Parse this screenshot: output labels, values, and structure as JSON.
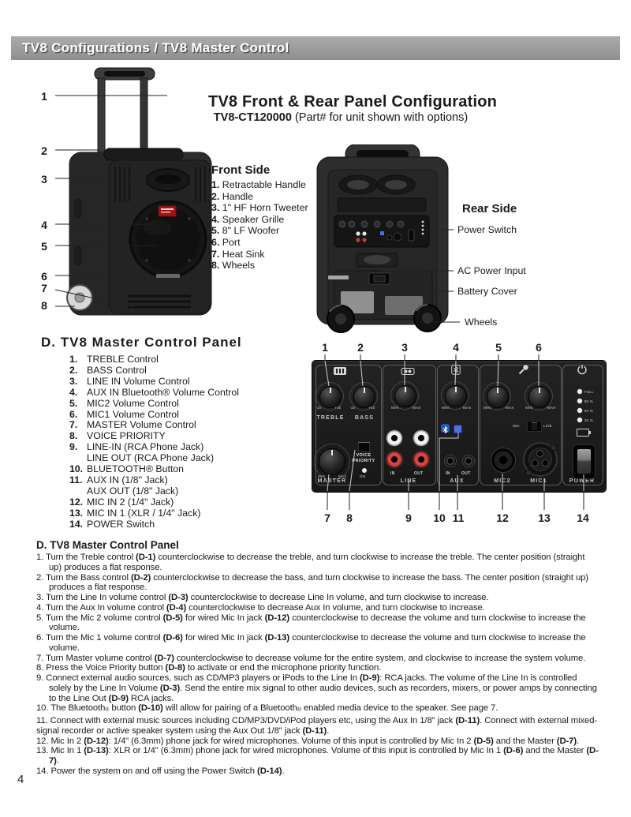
{
  "page": {
    "header": "TV8 Configurations / TV8 Master Control",
    "number": "4"
  },
  "title": {
    "main": "TV8 Front & Rear Panel Configuration",
    "model": "TV8-CT120000",
    "model_suffix": " (Part# for unit shown with options)"
  },
  "front_side": {
    "heading": "Front Side",
    "callouts": [
      "1",
      "2",
      "3",
      "4",
      "5",
      "6",
      "7",
      "8"
    ],
    "items": [
      {
        "n": "1.",
        "t": "Retractable Handle"
      },
      {
        "n": "2.",
        "t": "Handle"
      },
      {
        "n": "3.",
        "t": "1\" HF Horn Tweeter"
      },
      {
        "n": "4.",
        "t": "Speaker Grille"
      },
      {
        "n": "5.",
        "t": "8\" LF Woofer"
      },
      {
        "n": "6.",
        "t": "Port"
      },
      {
        "n": "7.",
        "t": "Heat Sink"
      },
      {
        "n": "8.",
        "t": "Wheels"
      }
    ]
  },
  "rear_side": {
    "heading": "Rear Side",
    "labels": [
      "Power Switch",
      "AC Power Input",
      "Battery Cover",
      "Wheels"
    ]
  },
  "master_list": {
    "heading": "D. TV8 Master Control Panel",
    "items": [
      {
        "n": "1.",
        "lines": [
          "TREBLE Control"
        ]
      },
      {
        "n": "2.",
        "lines": [
          "BASS Control"
        ]
      },
      {
        "n": "3.",
        "lines": [
          "LINE IN Volume Control"
        ]
      },
      {
        "n": "4.",
        "lines": [
          "AUX IN Bluetooth® Volume Control"
        ]
      },
      {
        "n": "5.",
        "lines": [
          "MIC2 Volume Control"
        ]
      },
      {
        "n": "6.",
        "lines": [
          "MIC1 Volume Control"
        ]
      },
      {
        "n": "7.",
        "lines": [
          "MASTER Volume Control"
        ]
      },
      {
        "n": "8.",
        "lines": [
          "VOICE PRIORITY"
        ]
      },
      {
        "n": "9.",
        "lines": [
          "LINE-IN (RCA Phone Jack)",
          "LINE OUT (RCA Phone Jack)"
        ]
      },
      {
        "n": "10.",
        "lines": [
          "BLUETOOTH® Button"
        ]
      },
      {
        "n": "11.",
        "lines": [
          "AUX IN (1/8\" Jack)",
          "AUX OUT (1/8\" Jack)"
        ]
      },
      {
        "n": "12.",
        "lines": [
          "MIC IN 2 (1/4\" Jack)"
        ]
      },
      {
        "n": "13.",
        "lines": [
          "MIC IN 1 (XLR / 1/4\" Jack)"
        ]
      },
      {
        "n": "14.",
        "lines": [
          "POWER Switch"
        ]
      }
    ]
  },
  "panel": {
    "top_callouts": [
      "1",
      "2",
      "3",
      "4",
      "5",
      "6"
    ],
    "bottom_callouts": [
      "7",
      "8",
      "9",
      "10",
      "11",
      "12",
      "13",
      "14"
    ],
    "labels": {
      "treble": "TREBLE",
      "bass": "BASS",
      "master": "MASTER",
      "line": "LINE",
      "aux": "AUX",
      "mic2": "MIC2",
      "mic1": "MIC1",
      "power": "POWER",
      "voice1": "VOICE",
      "voice2": "PRIORITY",
      "on": "ON",
      "in": "IN",
      "out": "OUT",
      "min": "MIN",
      "max": "MAX",
      "neg10": "-10",
      "pos10": "+10",
      "mic": "MIC",
      "line_sw": "LINE"
    },
    "battery": [
      "FULL",
      "80 %",
      "50 %",
      "20 %"
    ]
  },
  "instructions": {
    "heading": "D. TV8 Master Control Panel",
    "items": [
      {
        "n": "1.",
        "hang": true,
        "seg": [
          {
            "t": "Turn the Treble control "
          },
          {
            "t": "(D-1)",
            "b": 1
          },
          {
            "t": " counterclockwise to decrease the treble, and turn clockwise to increase the treble. The center position (straight up) produces a flat response."
          }
        ]
      },
      {
        "n": "2.",
        "hang": true,
        "seg": [
          {
            "t": "Turn the Bass control "
          },
          {
            "t": "(D-2)",
            "b": 1
          },
          {
            "t": " counterclockwise to decrease the bass, and turn clockwise to increase the bass. The center position (straight up) produces a flat response."
          }
        ]
      },
      {
        "n": "3.",
        "hang": true,
        "seg": [
          {
            "t": "Turn the Line In volume control "
          },
          {
            "t": "(D-3)",
            "b": 1
          },
          {
            "t": " counterclockwise to decrease Line In volume, and turn clockwise to increase."
          }
        ]
      },
      {
        "n": "4.",
        "hang": true,
        "seg": [
          {
            "t": "Turn the Aux In volume control "
          },
          {
            "t": "(D-4)",
            "b": 1
          },
          {
            "t": " counterclockwise to decrease Aux In volume, and turn clockwise to increase."
          }
        ]
      },
      {
        "n": "5.",
        "hang": true,
        "seg": [
          {
            "t": "Turn the Mic 2 volume control "
          },
          {
            "t": "(D-5)",
            "b": 1
          },
          {
            "t": " for wired Mic In jack "
          },
          {
            "t": "(D-12)",
            "b": 1
          },
          {
            "t": " counterclockwise to decrease the volume and turn clockwise to increase the volume."
          }
        ]
      },
      {
        "n": "6.",
        "hang": true,
        "seg": [
          {
            "t": "Turn the Mic 1 volume control "
          },
          {
            "t": "(D-6)",
            "b": 1
          },
          {
            "t": " for wired Mic In jack "
          },
          {
            "t": "(D-13)",
            "b": 1
          },
          {
            "t": " counterclockwise to decrease the volume and turn clockwise to increase the volume."
          }
        ]
      },
      {
        "n": "7.",
        "hang": true,
        "seg": [
          {
            "t": "Turn Master volume control "
          },
          {
            "t": "(D-7)",
            "b": 1
          },
          {
            "t": " counterclockwise to decrease volume for the entire system, and clockwise to increase the system volume."
          }
        ]
      },
      {
        "n": "8.",
        "hang": true,
        "seg": [
          {
            "t": "Press the Voice Priority button "
          },
          {
            "t": "(D-8)",
            "b": 1
          },
          {
            "t": " to activate or end the microphone priority function."
          }
        ]
      },
      {
        "n": "9.",
        "hang": true,
        "seg": [
          {
            "t": "Connect external audio sources, such as CD/MP3 players or iPods to the Line In "
          },
          {
            "t": "(D-9)",
            "b": 1
          },
          {
            "t": ": RCA jacks. The volume of the Line In is controlled solely by the Line In Volume "
          },
          {
            "t": "(D-3)",
            "b": 1
          },
          {
            "t": ". Send the entire mix signal to other audio devices, such as recorders, mixers, or power amps by connecting to the Line Out "
          },
          {
            "t": "(D-9)",
            "b": 1
          },
          {
            "t": " RCA jacks."
          }
        ]
      },
      {
        "n": "10.",
        "hang": false,
        "seg": [
          {
            "t": "The Bluetooth"
          },
          {
            "t": "®",
            "s": 1
          },
          {
            "t": " button "
          },
          {
            "t": "(D-10)",
            "b": 1
          },
          {
            "t": " will allow for pairing of a Bluetooth"
          },
          {
            "t": "®",
            "s": 1
          },
          {
            "t": " enabled media device to the speaker. See page 7."
          }
        ]
      },
      {
        "n": "11.",
        "hang": false,
        "seg": [
          {
            "t": "Connect with external music sources including CD/MP3/DVD/iPod players etc, using the Aux In 1/8\" jack "
          },
          {
            "t": "(D-11)",
            "b": 1
          },
          {
            "t": ". Connect with external mixed-signal recorder or active speaker system using the Aux Out 1/8\" jack "
          },
          {
            "t": "(D-11)",
            "b": 1
          },
          {
            "t": "."
          }
        ]
      },
      {
        "n": "12.",
        "hang": true,
        "seg": [
          {
            "t": "Mic In 2 "
          },
          {
            "t": "(D-12)",
            "b": 1
          },
          {
            "t": ": 1/4\" (6.3mm) phone jack for wired microphones. Volume of this input is controlled by Mic In 2 "
          },
          {
            "t": "(D-5)",
            "b": 1
          },
          {
            "t": " and the Master "
          },
          {
            "t": "(D-7)",
            "b": 1
          },
          {
            "t": "."
          }
        ]
      },
      {
        "n": "13.",
        "hang": true,
        "seg": [
          {
            "t": "Mic In 1 "
          },
          {
            "t": "(D-13)",
            "b": 1
          },
          {
            "t": ": XLR or 1/4\" (6.3mm) phone jack for wired microphones. Volume of this input is controlled by Mic In 1 "
          },
          {
            "t": "(D-6)",
            "b": 1
          },
          {
            "t": " and the Master "
          },
          {
            "t": "(D-7)",
            "b": 1
          },
          {
            "t": "."
          }
        ]
      },
      {
        "n": "14.",
        "hang": false,
        "seg": [
          {
            "t": "Power the system on and off using the Power Switch "
          },
          {
            "t": "(D-14)",
            "b": 1
          },
          {
            "t": "."
          }
        ]
      }
    ]
  }
}
